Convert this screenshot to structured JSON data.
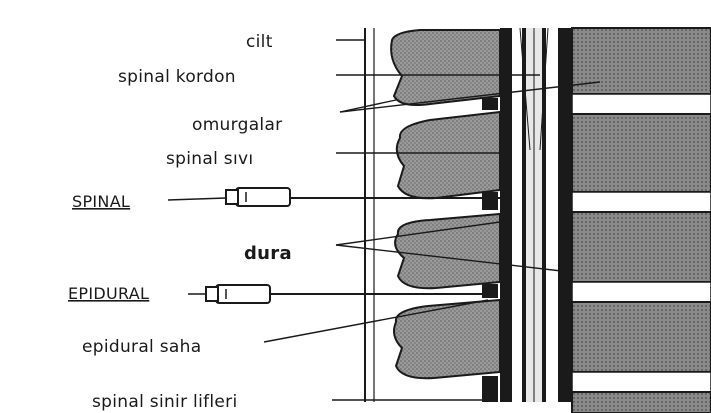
{
  "labels": {
    "skin": "cilt",
    "spinal_cord": "spinal kordon",
    "vertebrae": "omurgalar",
    "spinal_fluid": "spinal sıvı",
    "spinal": "SPINAL",
    "dura": "dura",
    "epidural": "EPIDURAL",
    "epidural_space": "epidural saha",
    "nerve_fibers": "spinal sinir lifleri"
  },
  "colors": {
    "ink": "#1a1a1a",
    "bone": "#8c8c8c",
    "disc": "#ffffff",
    "background": "#ffffff"
  }
}
